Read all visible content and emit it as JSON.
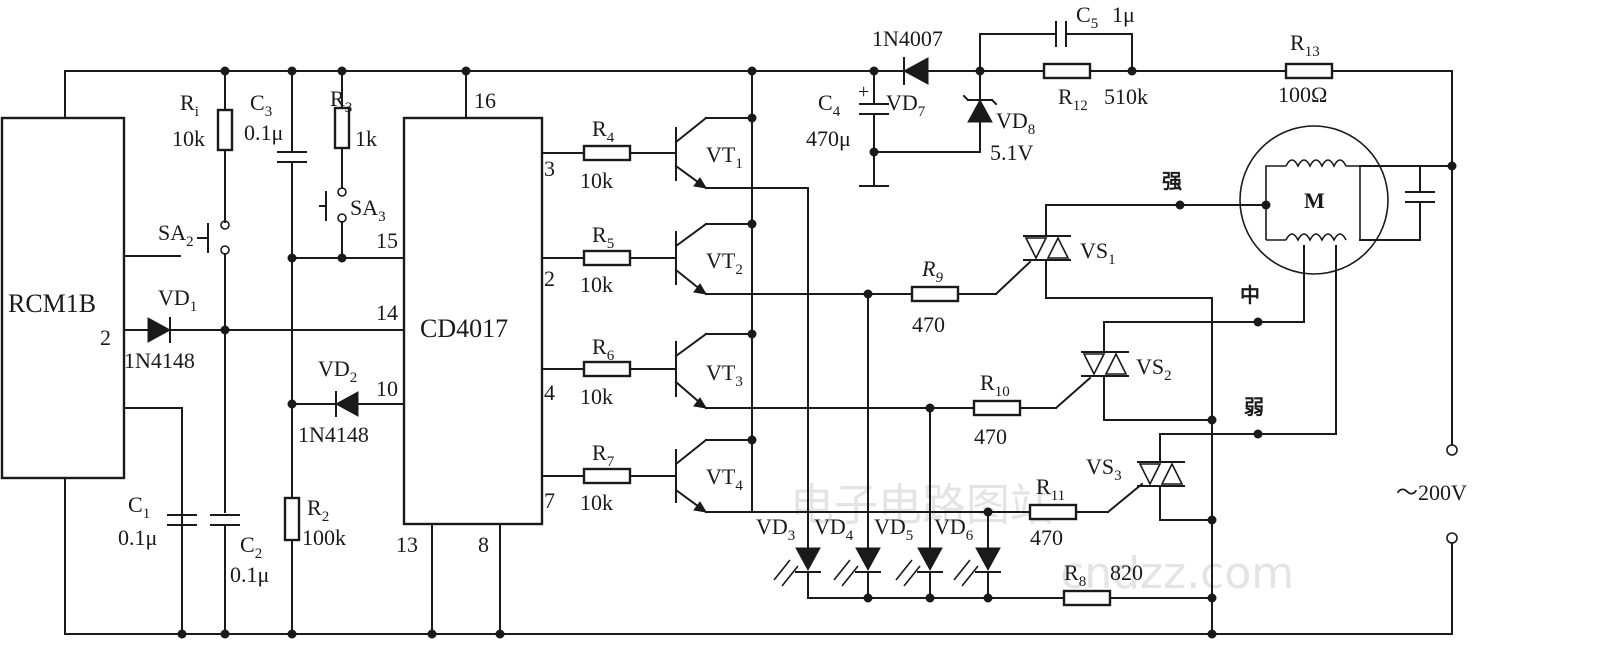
{
  "ic_rcm": "RCM1B",
  "ic_rcm_pin": "2",
  "ic_cd": "CD4017",
  "cd_pins": {
    "p16": "16",
    "p15": "15",
    "p14": "14",
    "p10": "10",
    "p13": "13",
    "p8": "8",
    "p3": "3",
    "p2": "2",
    "p4": "4",
    "p7": "7"
  },
  "resistors": {
    "r1": {
      "name": "R",
      "sub": "i",
      "value": "10k"
    },
    "r2": {
      "name": "R",
      "sub": "2",
      "value": "100k"
    },
    "r3": {
      "name": "R",
      "sub": "3",
      "value": "1k"
    },
    "r4": {
      "name": "R",
      "sub": "4",
      "value": "10k"
    },
    "r5": {
      "name": "R",
      "sub": "5",
      "value": "10k"
    },
    "r6": {
      "name": "R",
      "sub": "6",
      "value": "10k"
    },
    "r7": {
      "name": "R",
      "sub": "7",
      "value": "10k"
    },
    "r8": {
      "name": "R",
      "sub": "8",
      "value": "820"
    },
    "r9": {
      "name": "R",
      "sub": "9",
      "value": "470"
    },
    "r10": {
      "name": "R",
      "sub": "10",
      "value": "470"
    },
    "r11": {
      "name": "R",
      "sub": "11",
      "value": "470"
    },
    "r12": {
      "name": "R",
      "sub": "12",
      "value": "510k"
    },
    "r13": {
      "name": "R",
      "sub": "13",
      "value": "100Ω"
    }
  },
  "capacitors": {
    "c1": {
      "name": "C",
      "sub": "1",
      "value": "0.1μ"
    },
    "c2": {
      "name": "C",
      "sub": "2",
      "value": "0.1μ"
    },
    "c3": {
      "name": "C",
      "sub": "3",
      "value": "0.1μ"
    },
    "c4": {
      "name": "C",
      "sub": "4",
      "value": "470μ"
    },
    "c5": {
      "name": "C",
      "sub": "5",
      "value": "1μ"
    }
  },
  "diodes": {
    "vd1": {
      "name": "VD",
      "sub": "1",
      "part": "1N4148"
    },
    "vd2": {
      "name": "VD",
      "sub": "2",
      "part": "1N4148"
    },
    "vd7": {
      "name": "VD",
      "sub": "7",
      "part": "1N4007"
    },
    "vd8": {
      "name": "VD",
      "sub": "8",
      "part": "5.1V"
    },
    "vd3": {
      "name": "VD",
      "sub": "3"
    },
    "vd4": {
      "name": "VD",
      "sub": "4"
    },
    "vd5": {
      "name": "VD",
      "sub": "5"
    },
    "vd6": {
      "name": "VD",
      "sub": "6"
    }
  },
  "switches": {
    "sa2": {
      "name": "SA",
      "sub": "2"
    },
    "sa3": {
      "name": "SA",
      "sub": "3"
    }
  },
  "transistors": {
    "vt1": {
      "name": "VT",
      "sub": "1"
    },
    "vt2": {
      "name": "VT",
      "sub": "2"
    },
    "vt3": {
      "name": "VT",
      "sub": "3"
    },
    "vt4": {
      "name": "VT",
      "sub": "4"
    }
  },
  "triacs": {
    "vs1": {
      "name": "VS",
      "sub": "1"
    },
    "vs2": {
      "name": "VS",
      "sub": "2"
    },
    "vs3": {
      "name": "VS",
      "sub": "3"
    }
  },
  "motor": "M",
  "speeds": {
    "strong": "强",
    "medium": "中",
    "weak": "弱"
  },
  "supply": "～200V",
  "watermark": {
    "line1": "电子电路图站",
    "line2": "cndzz.com"
  }
}
